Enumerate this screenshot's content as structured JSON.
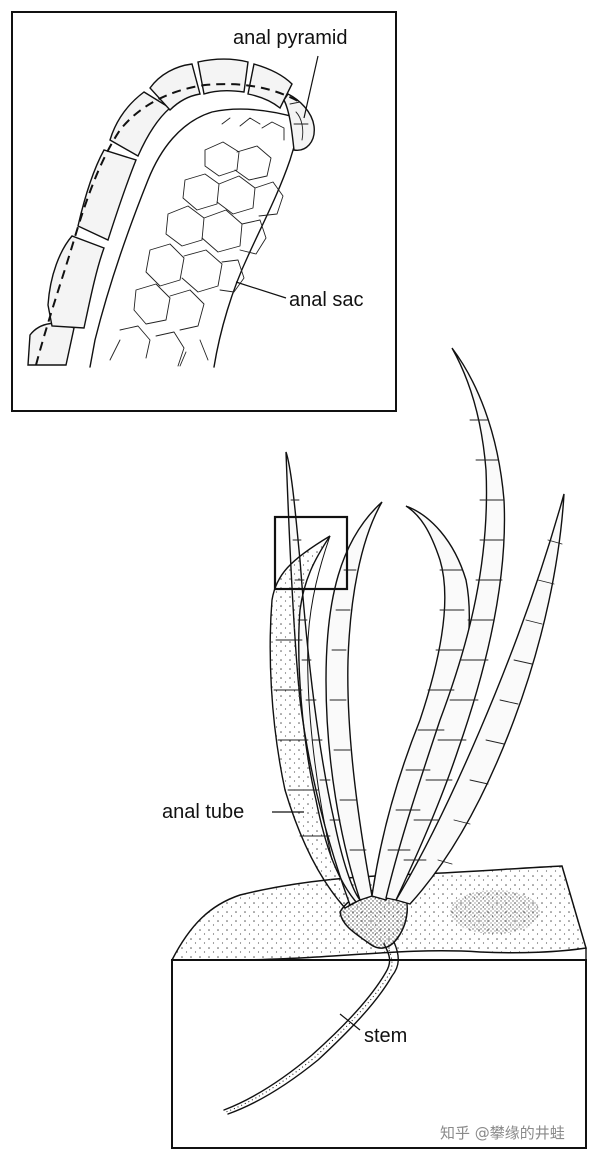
{
  "labels": {
    "anal_pyramid": "anal pyramid",
    "anal_sac": "anal sac",
    "anal_tube": "anal tube",
    "stem": "stem"
  },
  "watermark": "知乎 @攀缘的井蛙",
  "colors": {
    "ink": "#111111",
    "paper": "#ffffff",
    "stipple": "#555555",
    "watermark": "#8a8a8a"
  }
}
